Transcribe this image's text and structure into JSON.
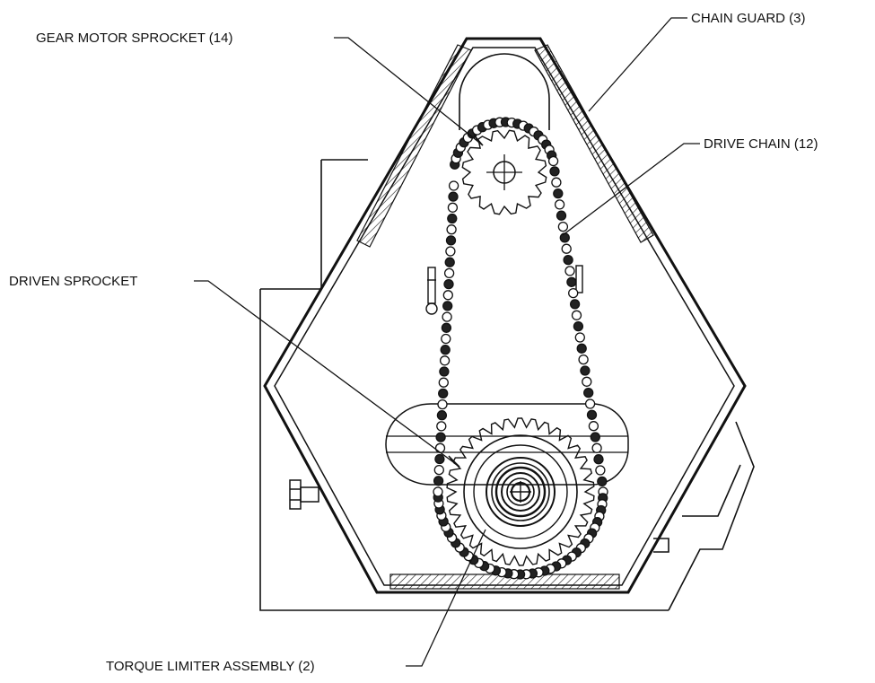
{
  "labels": {
    "gear_motor_sprocket": "GEAR MOTOR SPROCKET (14)",
    "chain_guard": "CHAIN GUARD (3)",
    "drive_chain": "DRIVE CHAIN (12)",
    "driven_sprocket": "DRIVEN SPROCKET",
    "torque_limiter": "TORQUE LIMITER ASSEMBLY (2)"
  },
  "colors": {
    "line": "#111111",
    "background": "#ffffff"
  }
}
